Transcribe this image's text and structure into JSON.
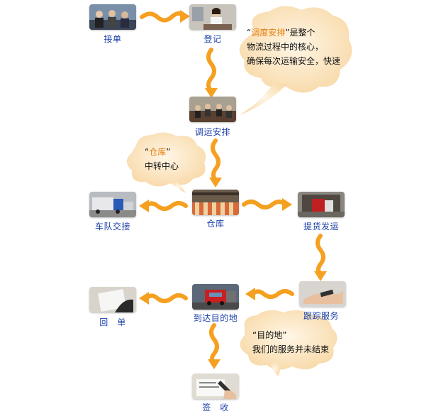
{
  "nodes": [
    {
      "id": "jiedan",
      "label": "接单"
    },
    {
      "id": "dengji",
      "label": "登记"
    },
    {
      "id": "diaoyun",
      "label": "调运安排"
    },
    {
      "id": "cangku",
      "label": "仓库"
    },
    {
      "id": "chedui",
      "label": "车队交接"
    },
    {
      "id": "tihuo",
      "label": "提货发运"
    },
    {
      "id": "genzong",
      "label": "跟踪服务"
    },
    {
      "id": "daoda",
      "label": "到达目的地"
    },
    {
      "id": "huidan",
      "label": "回　单"
    },
    {
      "id": "qianshou",
      "label": "签　收"
    }
  ],
  "bubbles": {
    "dispatch": {
      "quote_open": "“",
      "highlight": "调度安排",
      "quote_close": "”",
      "line1_rest": "是整个",
      "line2": "物流过程中的核心，",
      "line3": "确保每次运输安全，快速"
    },
    "warehouse": {
      "quote_open": "“",
      "highlight": "仓库",
      "quote_close": "”",
      "line2": "中转中心"
    },
    "destination": {
      "line1": "“目的地”",
      "line2": "我们的服务并未结束"
    }
  },
  "colors": {
    "label": "#1a3fa8",
    "highlight": "#e87f0f",
    "arrow": "#f5a020",
    "bubble": "#fde8c4"
  },
  "edges": [
    {
      "from": "jiedan",
      "to": "dengji"
    },
    {
      "from": "dengji",
      "to": "diaoyun"
    },
    {
      "from": "diaoyun",
      "to": "cangku"
    },
    {
      "from": "cangku",
      "to": "chedui"
    },
    {
      "from": "cangku",
      "to": "tihuo"
    },
    {
      "from": "tihuo",
      "to": "genzong"
    },
    {
      "from": "genzong",
      "to": "daoda"
    },
    {
      "from": "daoda",
      "to": "huidan"
    },
    {
      "from": "daoda",
      "to": "qianshou"
    }
  ]
}
